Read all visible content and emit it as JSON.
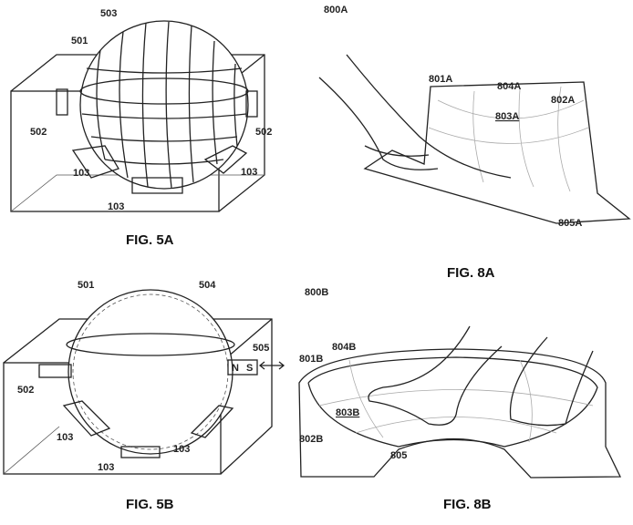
{
  "fig5a": {
    "caption": "FIG. 5A",
    "labels": {
      "sphere": "503",
      "shell": "501",
      "coil_left": "502",
      "coil_right": "502",
      "actuator_left": "103",
      "actuator_right": "103",
      "actuator_front": "103"
    }
  },
  "fig8a": {
    "caption": "FIG. 8A",
    "labels": {
      "ref": "800A",
      "rim": "801A",
      "band": "804A",
      "outer": "802A",
      "surface": "803A",
      "base": "805A"
    }
  },
  "fig5b": {
    "caption": "FIG. 5B",
    "labels": {
      "shell": "501",
      "layer": "504",
      "magnet": "505",
      "north": "N",
      "south": "S",
      "coil": "502",
      "actuator_left": "103",
      "actuator_right": "103",
      "actuator_front": "103"
    }
  },
  "fig8b": {
    "caption": "FIG. 8B",
    "labels": {
      "ref": "800B",
      "band": "804B",
      "rim": "801B",
      "surface": "803B",
      "outer": "802B",
      "base": "805"
    }
  }
}
